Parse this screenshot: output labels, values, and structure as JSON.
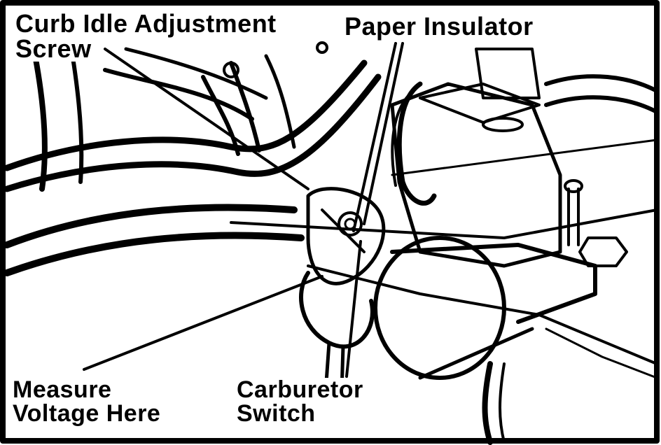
{
  "labels": {
    "curb_idle_line1": "Curb Idle Adjustment",
    "curb_idle_line2": "Screw",
    "paper_insulator": "Paper Insulator",
    "measure_line1": "Measure",
    "measure_line2": "Voltage Here",
    "carburetor_line1": "Carburetor",
    "carburetor_line2": "Switch"
  },
  "colors": {
    "ink": "#000000",
    "paper": "#ffffff"
  }
}
